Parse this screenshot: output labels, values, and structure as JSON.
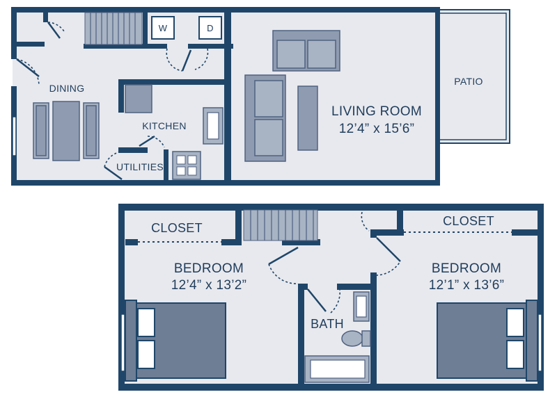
{
  "upper_level": {
    "rooms": {
      "dining": "DINING",
      "kitchen": "KITCHEN",
      "utilities": "UTILITIES",
      "living_room": "LIVING ROOM",
      "living_room_size": "12’4” x 15’6”",
      "patio": "PATIO"
    },
    "appliances": {
      "washer": "W",
      "dryer": "D"
    }
  },
  "lower_level": {
    "rooms": {
      "closet_left": "CLOSET",
      "closet_right": "CLOSET",
      "bedroom_left": "BEDROOM",
      "bedroom_left_size": "12’4” x 13’2”",
      "bedroom_right": "BEDROOM",
      "bedroom_right_size": "12’1” x 13’6”",
      "bath": "BATH"
    }
  },
  "colors": {
    "wall": "#1f4669",
    "floor": "#e8e9ee",
    "furniture": "#8f9bb0",
    "bed": "#6e7e95"
  }
}
